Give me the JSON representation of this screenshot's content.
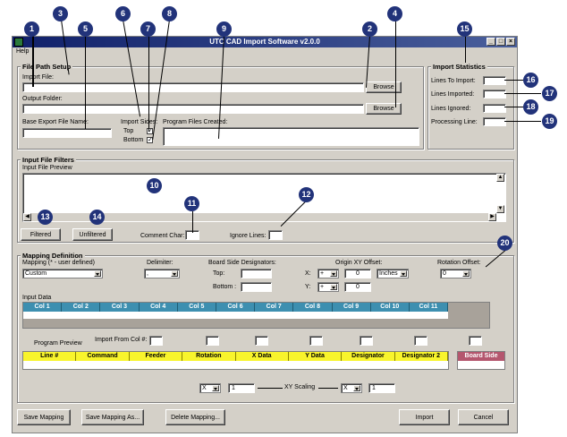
{
  "window": {
    "title": "UTC CAD Import Software v2.0.0",
    "menu": [
      "Help"
    ],
    "caption_buttons": [
      "_",
      "□",
      "×"
    ]
  },
  "file_path_setup": {
    "group_label": "File Path Setup",
    "import_file_label": "Import File:",
    "import_file_value": "",
    "output_folder_label": "Output Folder:",
    "output_folder_value": "",
    "browse_label": "Browse",
    "base_export_label": "Base Export File Name:",
    "base_export_value": "",
    "import_sides_label": "Import Sides:",
    "top_label": "Top",
    "bottom_label": "Bottom",
    "top_checked": "✓",
    "bottom_checked": "✓",
    "program_files_label": "Program Files Created:"
  },
  "import_statistics": {
    "group_label": "Import Statistics",
    "lines_to_import_label": "Lines To Import:",
    "lines_imported_label": "Lines Imported:",
    "lines_ignored_label": "Lines Ignored:",
    "processing_line_label": "Processing Line:"
  },
  "input_file_filters": {
    "group_label": "Input File Filters",
    "preview_label": "Input File Preview",
    "filtered_label": "Filtered",
    "unfiltered_label": "Unfiltered",
    "comment_char_label": "Comment Char:",
    "ignore_lines_label": "Ignore Lines:"
  },
  "mapping_definition": {
    "group_label": "Mapping Definition",
    "mapping_label": "Mapping  (* - user defined)",
    "mapping_value": "Custom",
    "delimiter_label": "Delimiter:",
    "delimiter_value": ",",
    "board_side_label": "Board Side Designators:",
    "top_label": "Top:",
    "bottom_label": "Bottom :",
    "origin_label": "Origin XY Offset:",
    "x_label": "X:",
    "y_label": "Y:",
    "x_sign": "+",
    "y_sign": "+",
    "x_offset": "0",
    "y_offset": "0",
    "units_value": "Inches",
    "rotation_label": "Rotation Offset:",
    "rotation_value": "0"
  },
  "input_data": {
    "label": "Input Data",
    "columns": [
      "Col 1",
      "Col 2",
      "Col 3",
      "Col 4",
      "Col 5",
      "Col 6",
      "Col 7",
      "Col 8",
      "Col 9",
      "Col 10",
      "Col 11"
    ]
  },
  "program_preview": {
    "label": "Program Preview",
    "import_from_label": "Import From Col #:",
    "columns": [
      "Line #",
      "Command",
      "Feeder",
      "Rotation",
      "X Data",
      "Y Data",
      "Designator",
      "Designator 2"
    ],
    "board_side_label": "Board Side",
    "xy_scaling_label": "XY Scaling",
    "scale_x_axis": "X",
    "scale_x_value": "1",
    "scale_y_axis": "X",
    "scale_y_value": "1"
  },
  "footer": {
    "save_mapping": "Save Mapping",
    "save_mapping_as": "Save Mapping As...",
    "delete_mapping": "Delete Mapping...",
    "import": "Import",
    "cancel": "Cancel"
  },
  "callouts": [
    "1",
    "2",
    "3",
    "4",
    "5",
    "6",
    "7",
    "8",
    "9",
    "10",
    "11",
    "12",
    "13",
    "14",
    "15",
    "16",
    "17",
    "18",
    "19",
    "20"
  ],
  "colors": {
    "callout": "#22337a",
    "input_header": "#3d8fb0",
    "preview_header": "#f8f42c",
    "board_side": "#b4566e"
  }
}
